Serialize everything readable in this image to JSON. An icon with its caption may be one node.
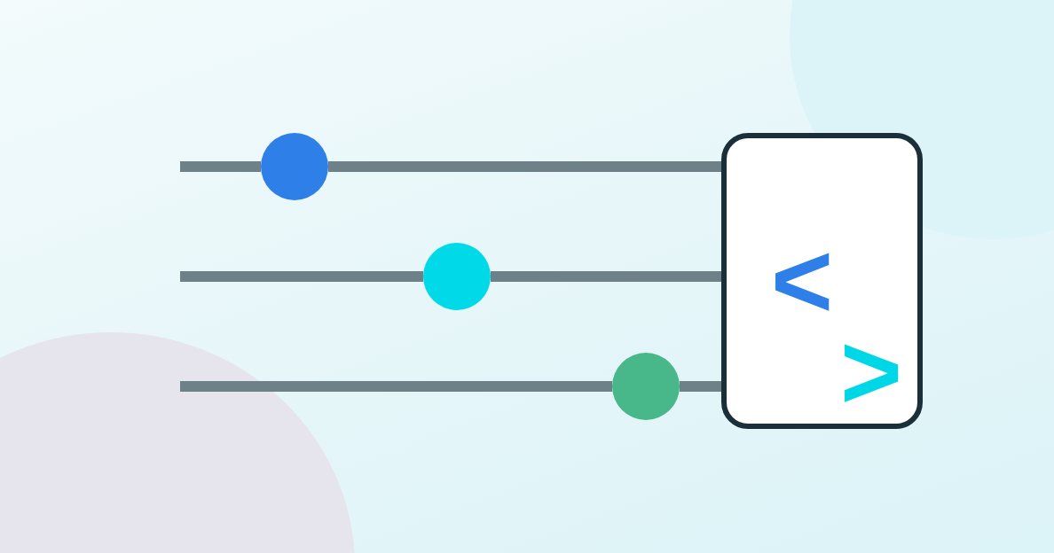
{
  "diagram": {
    "nodes": [
      {
        "text": [
          "<",
          ">"
        ]
      },
      {
        "text": [],
        "shape": "circle"
      },
      {
        "text": [],
        "shape": "circle"
      },
      {
        "text": [],
        "shape": "circle"
      }
    ],
    "edges": [
      {
        "from": null,
        "to": 1,
        "arrow": "none"
      },
      {
        "from": 1,
        "to": 0,
        "arrow": "none"
      },
      {
        "from": null,
        "to": 2,
        "arrow": "none"
      },
      {
        "from": 2,
        "to": 0,
        "arrow": "none"
      },
      {
        "from": null,
        "to": 3,
        "arrow": "none"
      },
      {
        "from": 3,
        "to": 0,
        "arrow": "none"
      }
    ]
  }
}
